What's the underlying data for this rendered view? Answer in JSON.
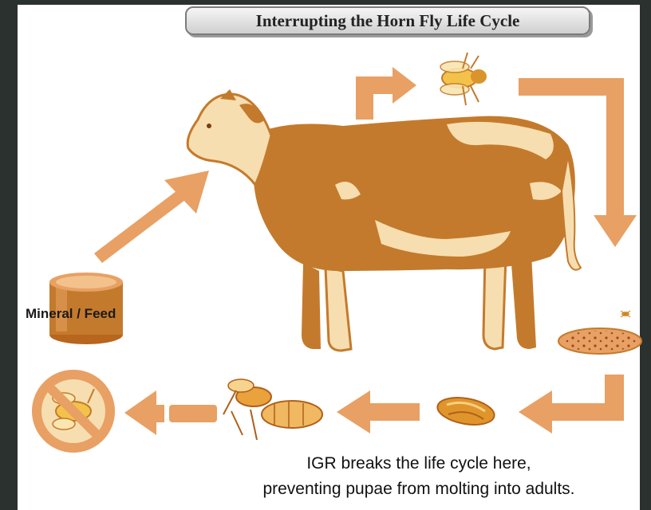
{
  "title": "Interrupting the Horn Fly Life Cycle",
  "feed_label": "Mineral / Feed",
  "caption": {
    "line1": "IGR  breaks the life cycle here,",
    "line2": "preventing pupae from molting into adults."
  },
  "colors": {
    "orange": "#c47a2c",
    "light_orange": "#e8a064",
    "cream": "#f7deb0",
    "frame": "#2b312e"
  },
  "icons": [
    "cow",
    "adult-fly",
    "manure-pat",
    "larva",
    "pupa",
    "emerging-adult-fly",
    "no-symbol",
    "feed-barrel"
  ]
}
